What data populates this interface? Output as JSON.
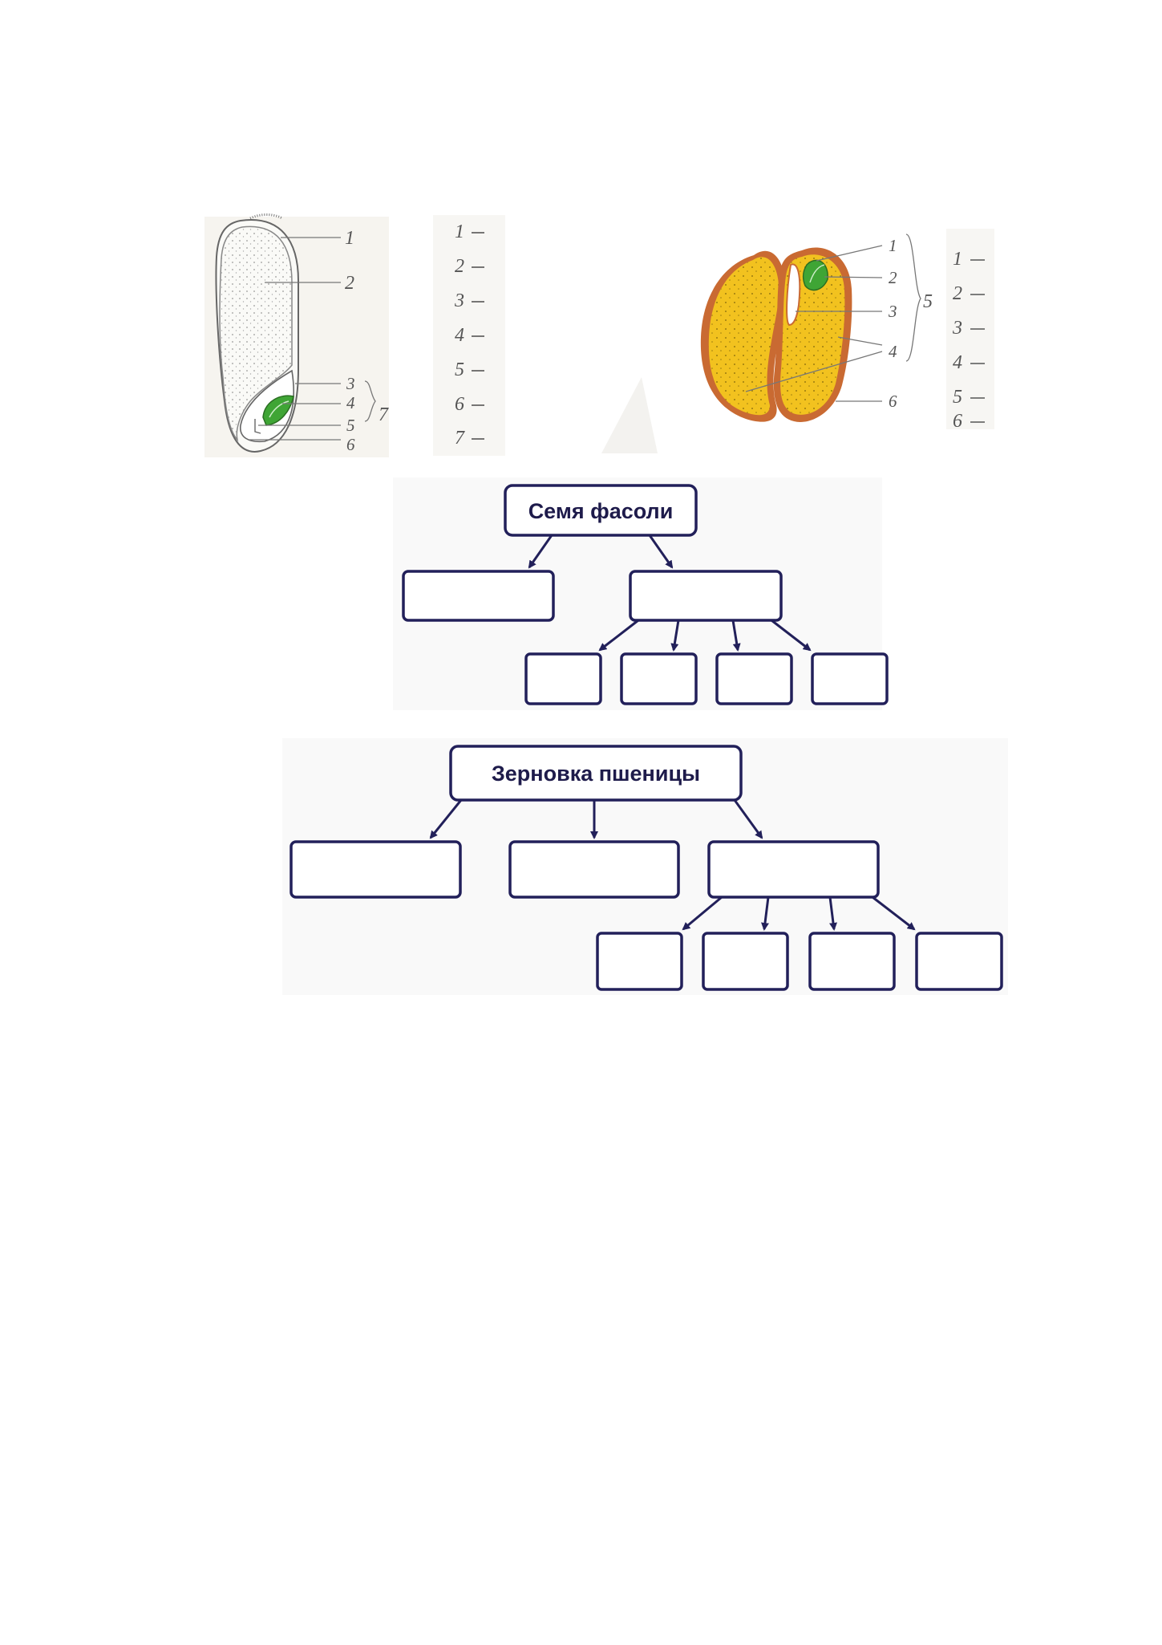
{
  "wheat_figure": {
    "labels": [
      "1",
      "2",
      "3",
      "4",
      "5",
      "6",
      "7"
    ],
    "answer_numbers": [
      "1",
      "2",
      "3",
      "4",
      "5",
      "6",
      "7"
    ]
  },
  "bean_figure": {
    "labels": [
      "1",
      "2",
      "3",
      "4",
      "5",
      "6"
    ],
    "answer_numbers": [
      "1",
      "2",
      "3",
      "4",
      "5",
      "6"
    ]
  },
  "bean_chart": {
    "title": "Семя фасоли"
  },
  "wheat_chart": {
    "title": "Зерновка пшеницы"
  },
  "colors": {
    "embryo_green": "#3fa535",
    "bean_yellow": "#f2c21f",
    "bean_coat": "#c96a32",
    "box_stroke": "#22205a"
  }
}
